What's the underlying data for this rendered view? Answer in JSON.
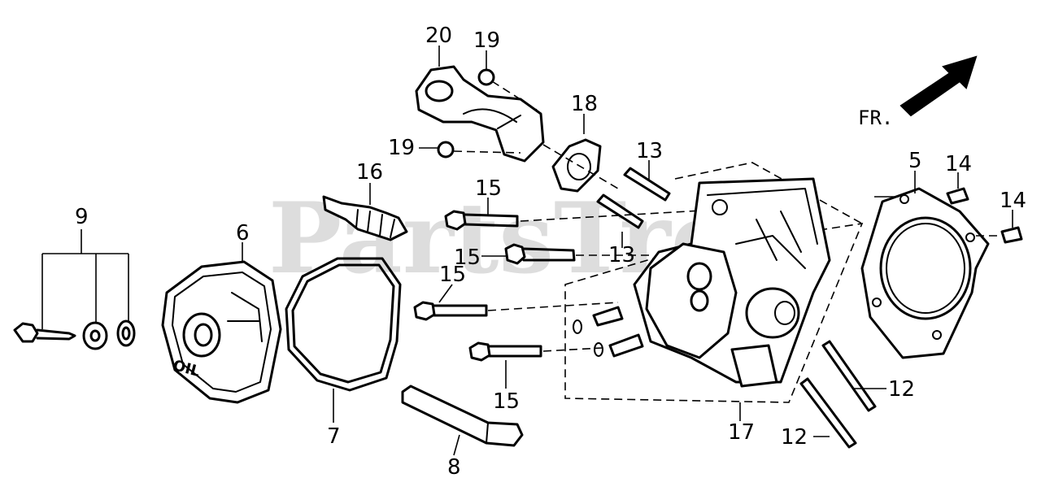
{
  "watermark": "PartsTree",
  "direction": {
    "label": "FR."
  },
  "emboss": "OIL",
  "callouts": {
    "c20": "20",
    "c19a": "19",
    "c19b": "19",
    "c18": "18",
    "c16": "16",
    "c15a": "15",
    "c15b": "15",
    "c15c": "15",
    "c15d": "15",
    "c13a": "13",
    "c13b": "13",
    "c9": "9",
    "c6": "6",
    "c7": "7",
    "c8": "8",
    "c5": "5",
    "c14a": "14",
    "c14b": "14",
    "c12a": "12",
    "c12b": "12",
    "c17": "17"
  }
}
